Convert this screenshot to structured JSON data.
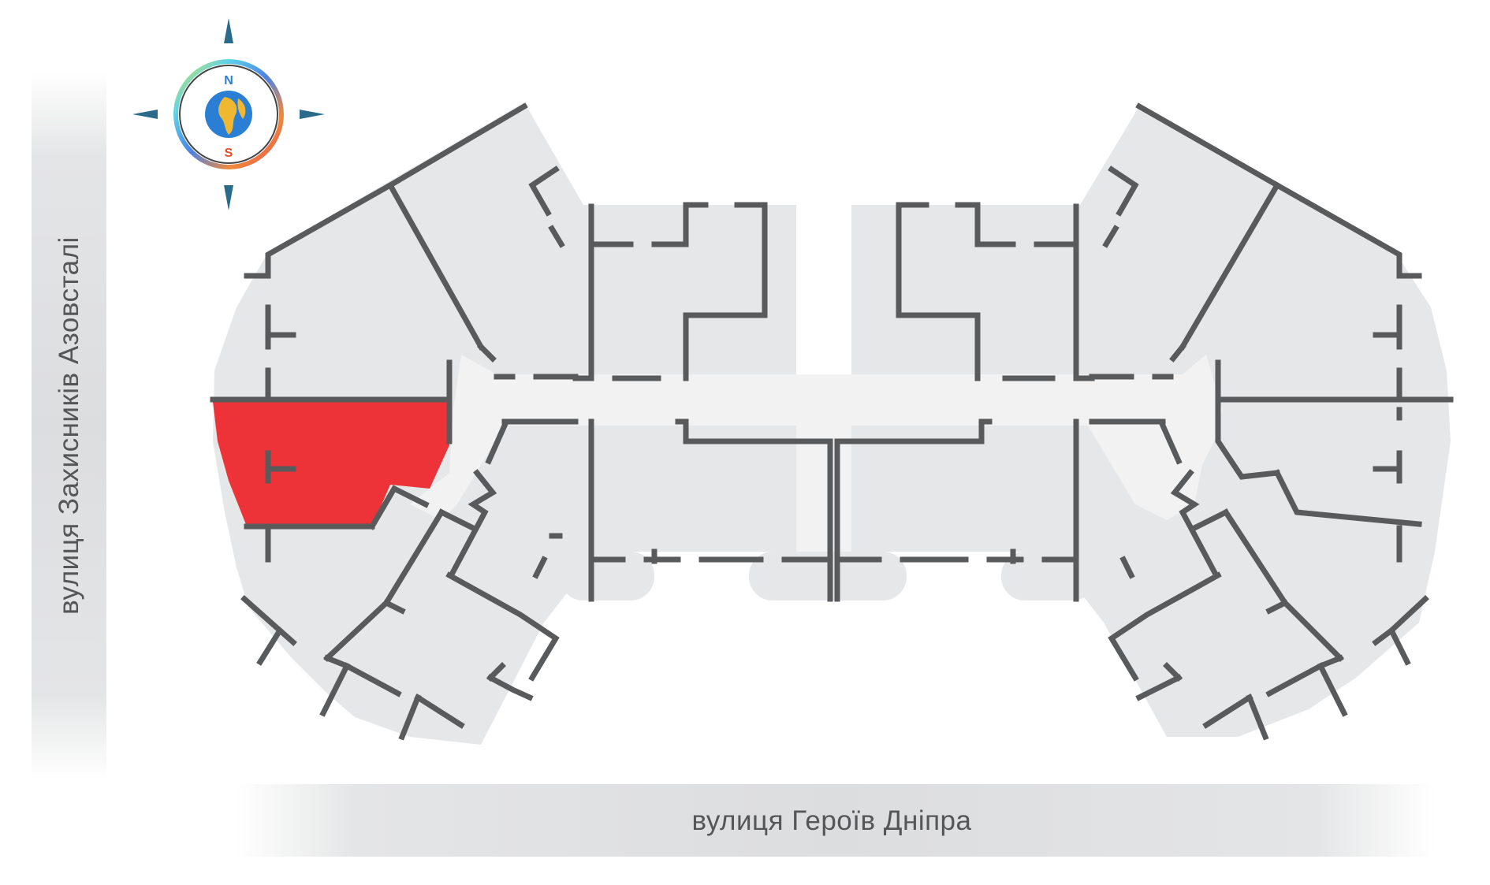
{
  "streets": {
    "left": "вулиця Захисників Азовсталі",
    "bottom": "вулиця Героїв Дніпра"
  },
  "compass": {
    "north": "N",
    "south": "S"
  },
  "plan": {
    "floor_color": "#e6e7e8",
    "corridor_color": "#f2f2f2",
    "wall_color": "#595a5c",
    "highlight_color": "#ee3338",
    "highlighted_unit": "west-middle-apartment"
  }
}
